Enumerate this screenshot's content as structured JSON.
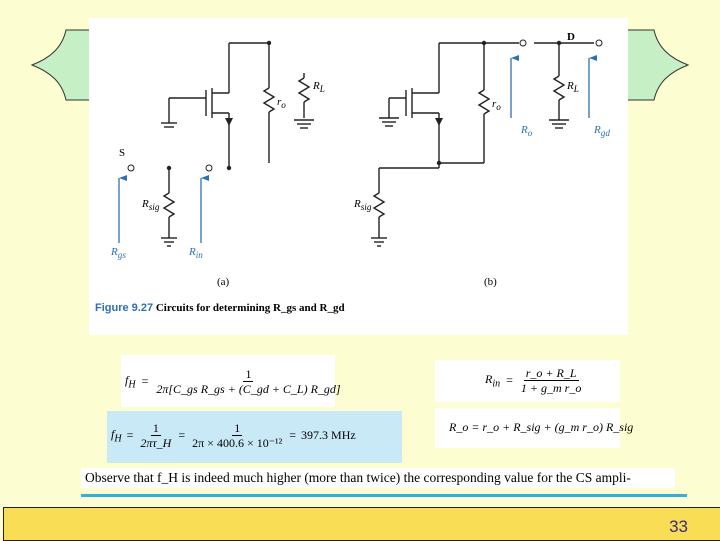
{
  "figure": {
    "label_a": "(a)",
    "label_b": "(b)",
    "caption_num": "Figure 9.27",
    "caption_text": "Circuits for determining R_gs and R_gd",
    "a": {
      "node_S": "S",
      "R_sig": "R",
      "R_sig_sub": "sig",
      "r_o": "r",
      "r_o_sub": "o",
      "R_L": "R",
      "R_L_sub": "L",
      "R_gs": "R",
      "R_gs_sub": "gs",
      "R_in": "R",
      "R_in_sub": "in"
    },
    "b": {
      "node_D": "D",
      "R_sig": "R",
      "R_sig_sub": "sig",
      "r_o": "r",
      "r_o_sub": "o",
      "R_L": "R",
      "R_L_sub": "L",
      "R_o": "R",
      "R_o_sub": "o",
      "R_gd": "R",
      "R_gd_sub": "gd"
    }
  },
  "equations": {
    "fH_formula": {
      "lhs": "f",
      "lhs_sub": "H",
      "eq": "=",
      "num": "1",
      "den": "2π[C_gs R_gs + (C_gd + C_L) R_gd]"
    },
    "fH_numeric": {
      "lhs": "f",
      "lhs_sub": "H",
      "eq1": "=",
      "num1": "1",
      "den1": "2πτ_H",
      "eq2": "=",
      "num2": "1",
      "den2": "2π × 400.6 × 10⁻¹²",
      "eq3": "=",
      "result": "397.3 MHz"
    },
    "Rin": {
      "lhs": "R",
      "lhs_sub": "in",
      "eq": "=",
      "num": "r_o + R_L",
      "den": "1 + g_m r_o"
    },
    "Ro": {
      "text": "R_o = r_o + R_sig + (g_m r_o) R_sig"
    }
  },
  "observe_text": "Observe that f_H is indeed much higher (more than twice) the corresponding value for the CS ampli-",
  "footer": {
    "page_number": "33"
  },
  "colors": {
    "background": "#FDFDD2",
    "accent_blue": "#2E6FB5",
    "rule": "#2FB0E2",
    "footer": "#F9DD55",
    "title_shape": "#C6EFC6"
  }
}
